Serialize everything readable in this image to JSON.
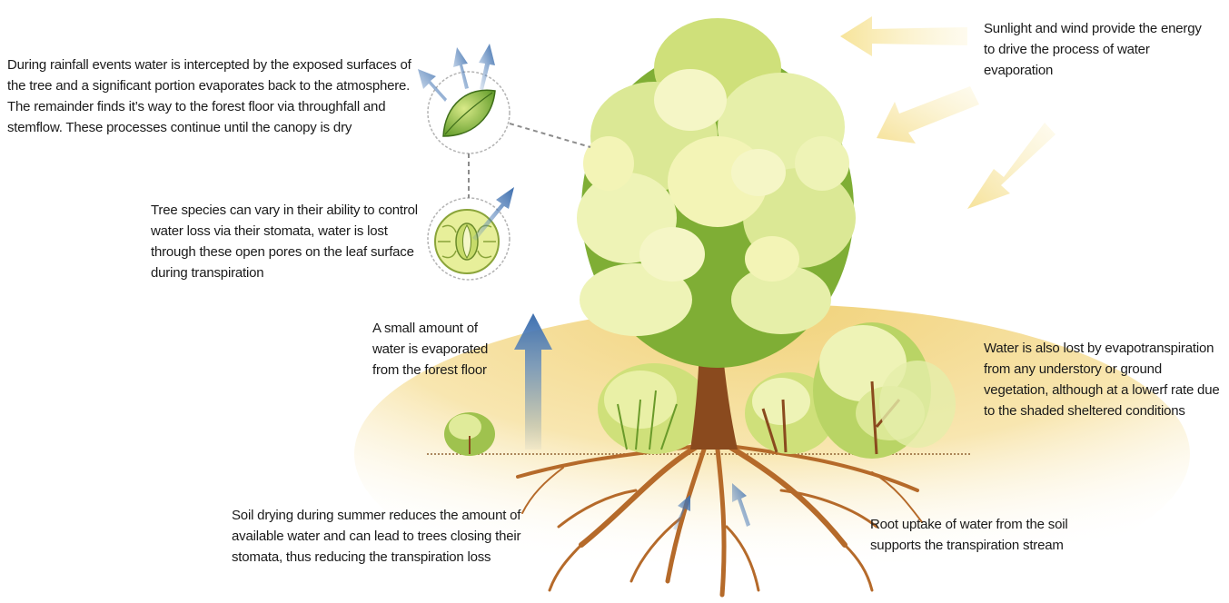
{
  "notes": {
    "rainfall": "During rainfall events water is intercepted by the exposed surfaces of the tree and a significant portion evaporates back to the atmosphere. The remainder finds it’s way to the forest floor via throughfall and stemflow. These processes continue until the canopy is dry",
    "stomata": "Tree species can vary in their ability to control water loss via their stomata, water is lost through these open pores on the leaf surface during transpiration",
    "floor": "A small amount of water is evaporated from the forest floor",
    "sunlight": "Sunlight and wind provide the energy to drive the process of water evaporation",
    "understory": "Water is also lost by evapotranspiration from any understory or ground vegetation, although at a lowerf rate due to the shaded sheltered conditions",
    "soil": "Soil drying during summer reduces the amount of available water and can lead to trees closing their stomata, thus reducing the transpiration loss",
    "root": "Root uptake of water from the soil supports the transpiration stream"
  },
  "colors": {
    "canopy_light": "#f3f4b6",
    "canopy_mid": "#cfe07a",
    "canopy_dark": "#6a9a2a",
    "trunk": "#8a4a1e",
    "soil": "#f3d98a",
    "water_arrow": "#4f7fb8",
    "sun_arrow": "#f7e7a1",
    "leader_line": "#8c8c8c"
  },
  "icons": [
    "leaf-icon",
    "stomata-icon",
    "sun-arrow-icon",
    "water-arrow-icon"
  ]
}
